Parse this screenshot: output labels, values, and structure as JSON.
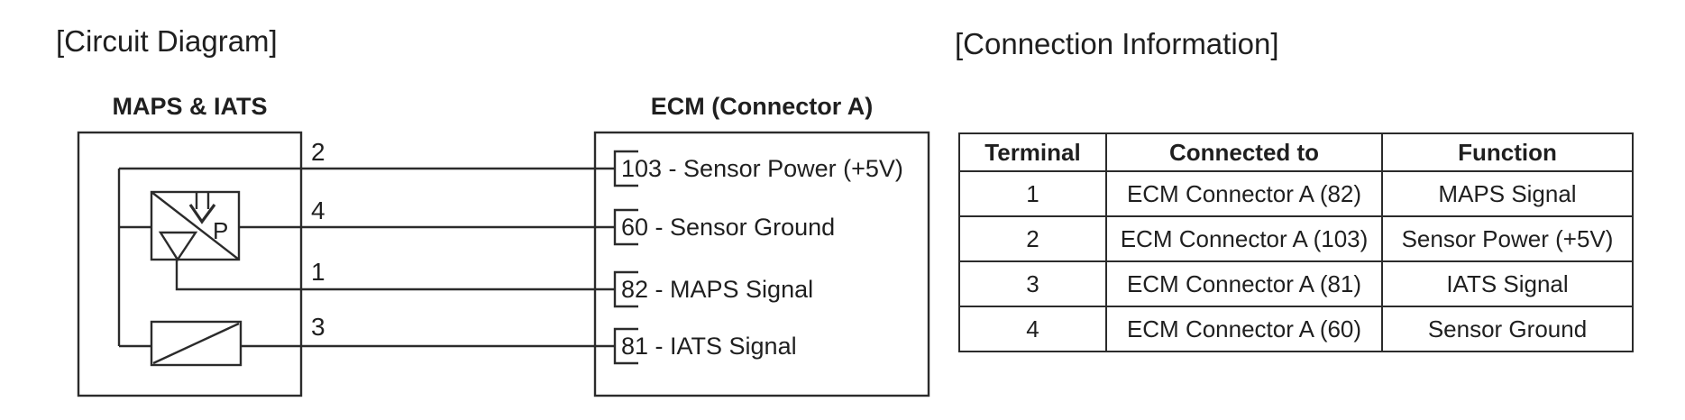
{
  "titles": {
    "circuit": "[Circuit Diagram]",
    "connection": "[Connection Information]"
  },
  "circuit": {
    "sensor_label": "MAPS & IATS",
    "ecm_label": "ECM (Connector A)",
    "pressure_symbol": "P",
    "wire_terminals": [
      "2",
      "4",
      "1",
      "3"
    ],
    "ecm_pins": [
      "103 - Sensor Power (+5V)",
      "60 - Sensor Ground",
      "82 - MAPS Signal",
      "81 - IATS Signal"
    ]
  },
  "table": {
    "headers": [
      "Terminal",
      "Connected to",
      "Function"
    ],
    "rows": [
      {
        "terminal": "1",
        "connected_to": "ECM Connector A (82)",
        "function": "MAPS Signal"
      },
      {
        "terminal": "2",
        "connected_to": "ECM Connector A (103)",
        "function": "Sensor Power (+5V)"
      },
      {
        "terminal": "3",
        "connected_to": "ECM Connector A (81)",
        "function": "IATS Signal"
      },
      {
        "terminal": "4",
        "connected_to": "ECM Connector A (60)",
        "function": "Sensor Ground"
      }
    ]
  },
  "colors": {
    "ink": "#1f1f1f",
    "line": "#2b2b2b",
    "background": "#ffffff"
  }
}
